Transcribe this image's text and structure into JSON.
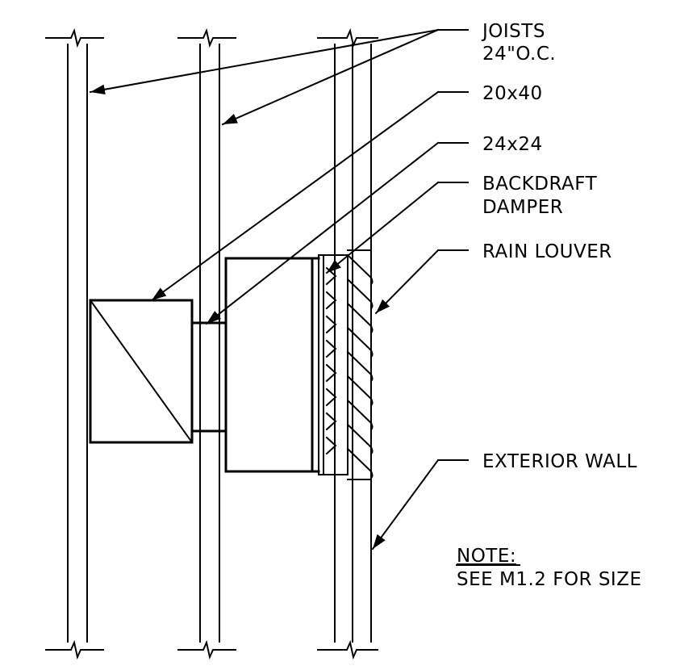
{
  "labels": {
    "joists_line1": "JOISTS",
    "joists_line2": "24\"O.C.",
    "duct_20x40": "20x40",
    "duct_24x24": "24x24",
    "damper_line1": "BACKDRAFT",
    "damper_line2": "DAMPER",
    "rain_louver": "RAIN LOUVER",
    "exterior_wall": "EXTERIOR WALL",
    "note_title": "NOTE:",
    "note_text": "SEE M1.2 FOR SIZE"
  }
}
